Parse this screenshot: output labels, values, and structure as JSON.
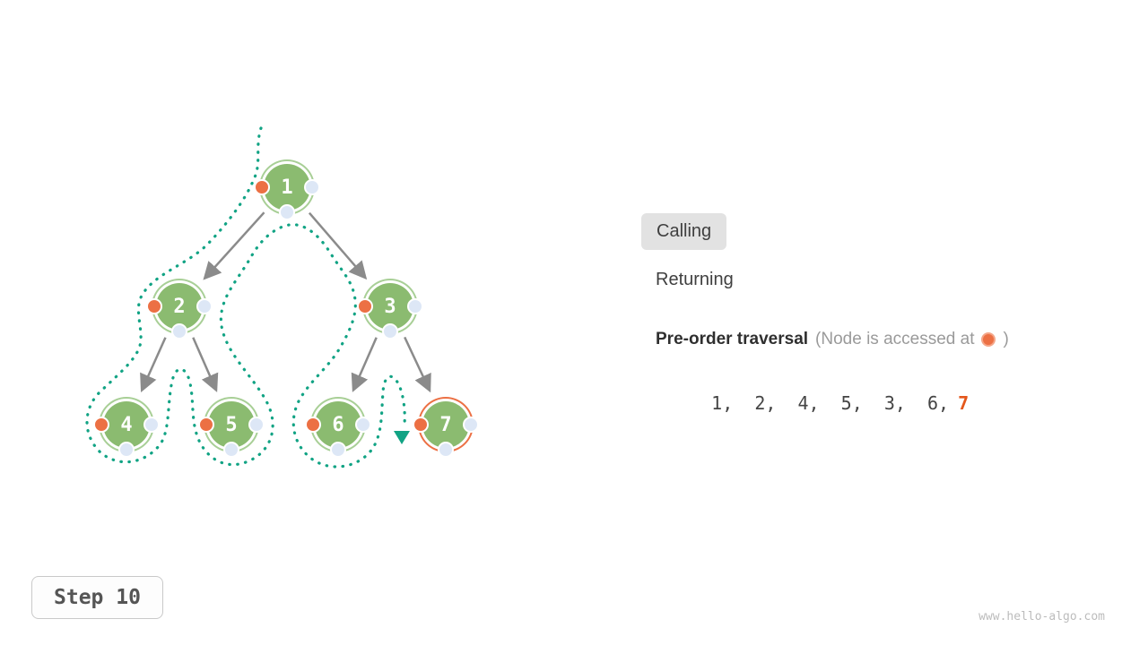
{
  "legend": {
    "calling_label": "Calling",
    "returning_label": "Returning"
  },
  "traversal": {
    "title": "Pre-order traversal",
    "note_prefix": "(Node is accessed at",
    "note_suffix": ")",
    "sequence_prefix": "1,  2,  4,  5,  3,  6,",
    "sequence_current": "7"
  },
  "tree": {
    "nodes": [
      {
        "value": "1"
      },
      {
        "value": "2"
      },
      {
        "value": "3"
      },
      {
        "value": "4"
      },
      {
        "value": "5"
      },
      {
        "value": "6"
      },
      {
        "value": "7"
      }
    ],
    "active_node": "7"
  },
  "step": {
    "label": "Step 10"
  },
  "watermark": "www.hello-algo.com",
  "colors": {
    "node_fill": "#8bbb70",
    "node_ring": "#a8cf96",
    "active_ring": "#ec7044",
    "accessed_dot": "#ec7044",
    "idle_dot": "#dde7f6",
    "trace_path": "#11a384",
    "arrow": "#8b8b8b",
    "sequence_highlight": "#e4571b"
  }
}
